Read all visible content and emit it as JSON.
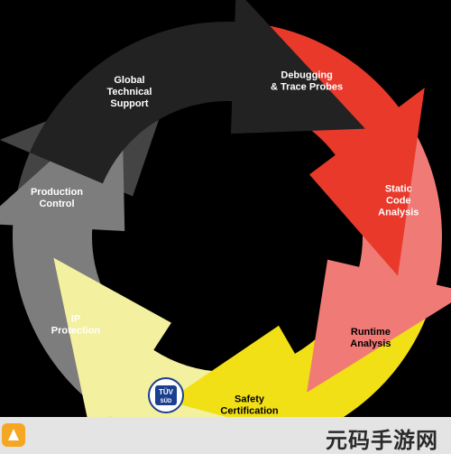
{
  "diagram": {
    "segments": [
      {
        "id": "global-support",
        "lines": [
          "Global",
          "Technical",
          "Support"
        ],
        "color": "#222222",
        "text": "light"
      },
      {
        "id": "debugging",
        "lines": [
          "Debugging",
          "& Trace Probes"
        ],
        "color": "#e8392b",
        "text": "light"
      },
      {
        "id": "static-analysis",
        "lines": [
          "Static",
          "Code",
          "Analysis"
        ],
        "color": "#f07a76",
        "text": "light"
      },
      {
        "id": "runtime-analysis",
        "lines": [
          "Runtime",
          "Analysis"
        ],
        "color": "#f2e016",
        "text": "dark"
      },
      {
        "id": "safety-cert",
        "lines": [
          "Safety",
          "Certification"
        ],
        "color": "#f3f0a0",
        "text": "dark"
      },
      {
        "id": "ip-protection",
        "lines": [
          "IP",
          "Protection"
        ],
        "color": "#7d7d7d",
        "text": "light"
      },
      {
        "id": "production-control",
        "lines": [
          "Production",
          "Control"
        ],
        "color": "#444444",
        "text": "light"
      }
    ],
    "badge": {
      "top": "TÜV",
      "bottom": "SÜD",
      "color": "#1b3f8f"
    }
  },
  "watermark": {
    "text": "元码手游网"
  }
}
